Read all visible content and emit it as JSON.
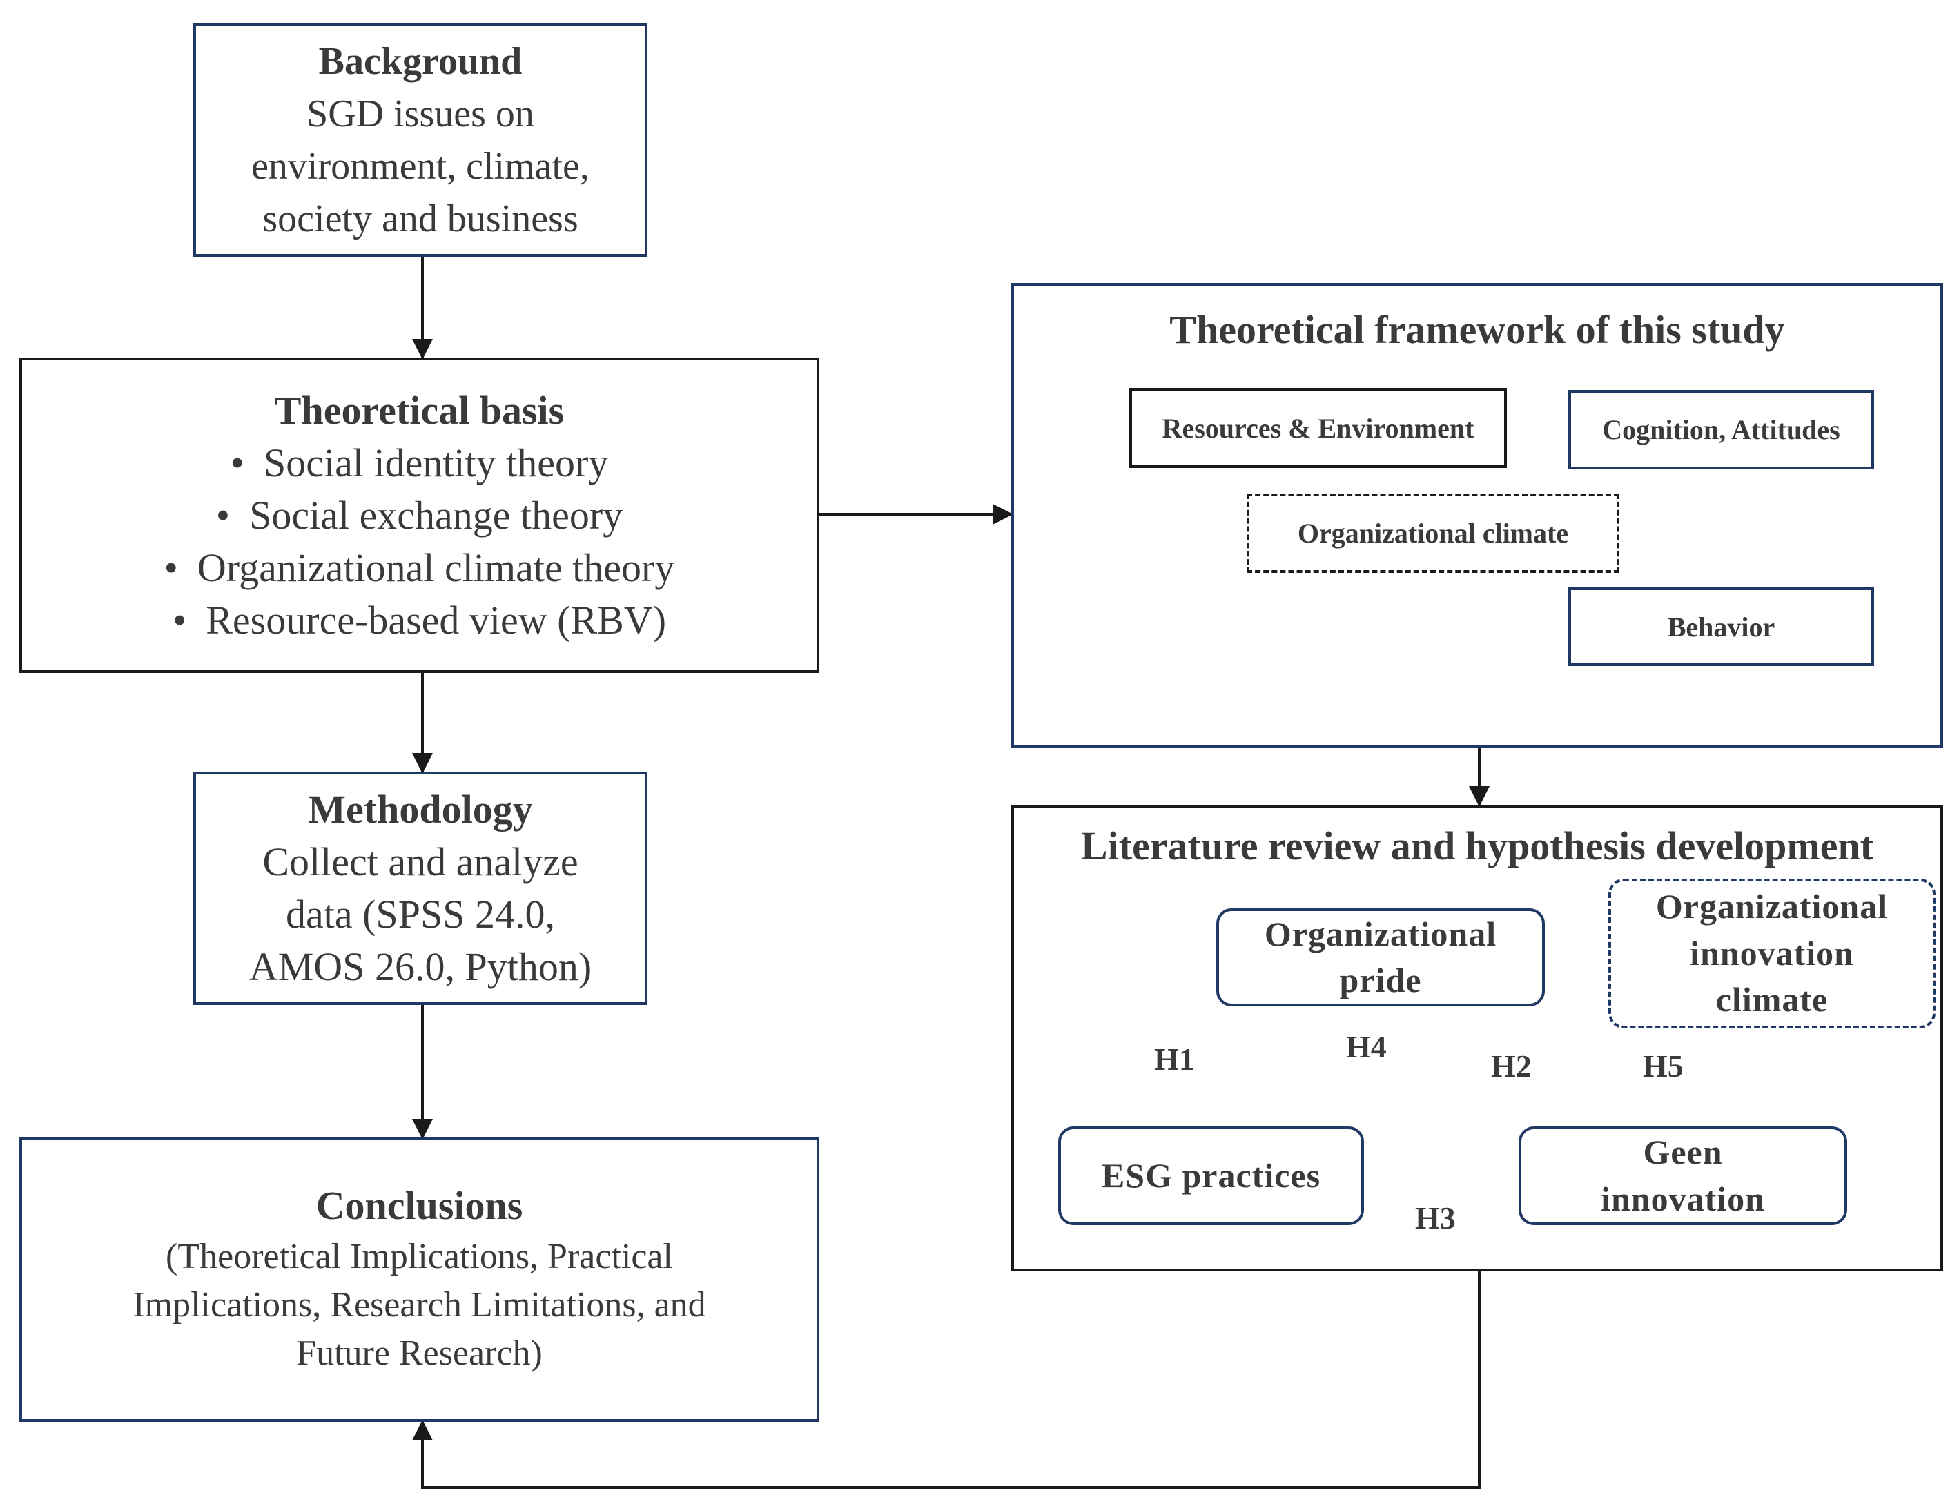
{
  "background": {
    "title": "Background",
    "lines": [
      "SGD issues on",
      "environment, climate,",
      "society and business"
    ]
  },
  "theoretical_basis": {
    "title": "Theoretical basis",
    "items": [
      "Social identity theory",
      "Social exchange theory",
      "Organizational climate theory",
      "Resource-based view (RBV)"
    ]
  },
  "methodology": {
    "title": "Methodology",
    "lines": [
      "Collect and analyze",
      "data (SPSS 24.0,",
      "AMOS 26.0, Python)"
    ]
  },
  "conclusions": {
    "title": "Conclusions",
    "lines": [
      "(Theoretical Implications, Practical",
      "Implications, Research Limitations, and",
      "Future Research)"
    ]
  },
  "framework": {
    "title": "Theoretical framework of this study",
    "resources": "Resources & Environment",
    "cognition": "Cognition, Attitudes",
    "climate": "Organizational climate",
    "behavior": "Behavior"
  },
  "literature": {
    "title": "Literature review and hypothesis development",
    "pride": [
      "Organizational",
      "pride"
    ],
    "innovation_climate": [
      "Organizational",
      "innovation",
      "climate"
    ],
    "esg": "ESG practices",
    "green": [
      "Geen",
      "innovation"
    ],
    "hypotheses": {
      "h1": "H1",
      "h2": "H2",
      "h3": "H3",
      "h4": "H4",
      "h5": "H5"
    }
  },
  "colors": {
    "navy": "#1f3864",
    "black": "#1a1a1a",
    "text": "#3a3a3a"
  }
}
